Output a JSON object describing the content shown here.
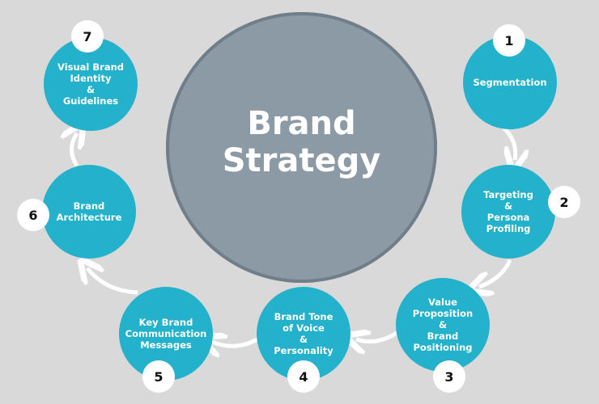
{
  "center_title": "Brand\nStrategy",
  "steps": [
    {
      "number": "1",
      "label": "Segmentation"
    },
    {
      "number": "2",
      "label": "Targeting\n&\nPersona\nProfiling"
    },
    {
      "number": "3",
      "label": "Value\nProposition\n&\nBrand\nPositioning"
    },
    {
      "number": "4",
      "label": "Brand Tone\nof Voice\n&\nPersonality"
    },
    {
      "number": "5",
      "label": "Key Brand\nCommunication\nMessages"
    },
    {
      "number": "6",
      "label": "Brand\nArchitecture"
    },
    {
      "number": "7",
      "label": "Visual Brand\nIdentity\n&\nGuidelines"
    }
  ],
  "colors": {
    "step": "#23b1cb",
    "center": "#8b9aa5",
    "background": "#d9d9d9"
  }
}
